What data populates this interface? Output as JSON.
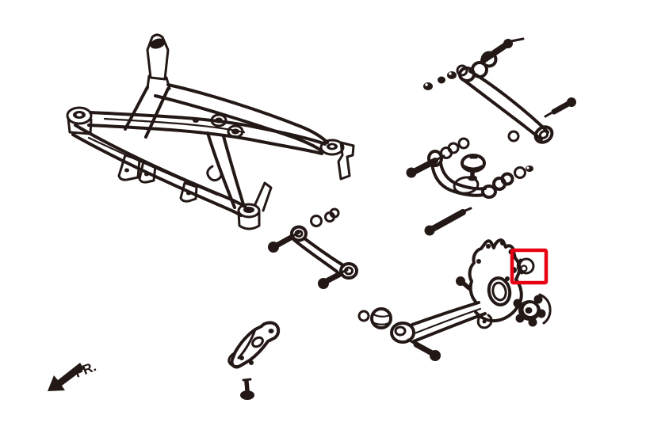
{
  "labels": {
    "fr": "FR."
  },
  "colors": {
    "ink": "#231815",
    "highlight": "#e60012",
    "background": "#ffffff"
  },
  "highlight": {
    "shape": "rectangle",
    "marks_part": "knuckle-bushing"
  },
  "parts": [
    "rear-subframe-crossmember",
    "upper-lateral-arm",
    "camber-control-arm",
    "lateral-link",
    "trailing-arm-knuckle",
    "hub-bearing-flange",
    "knuckle-bushing",
    "mount-bracket",
    "mount-bolt",
    "fr-direction-arrow"
  ]
}
